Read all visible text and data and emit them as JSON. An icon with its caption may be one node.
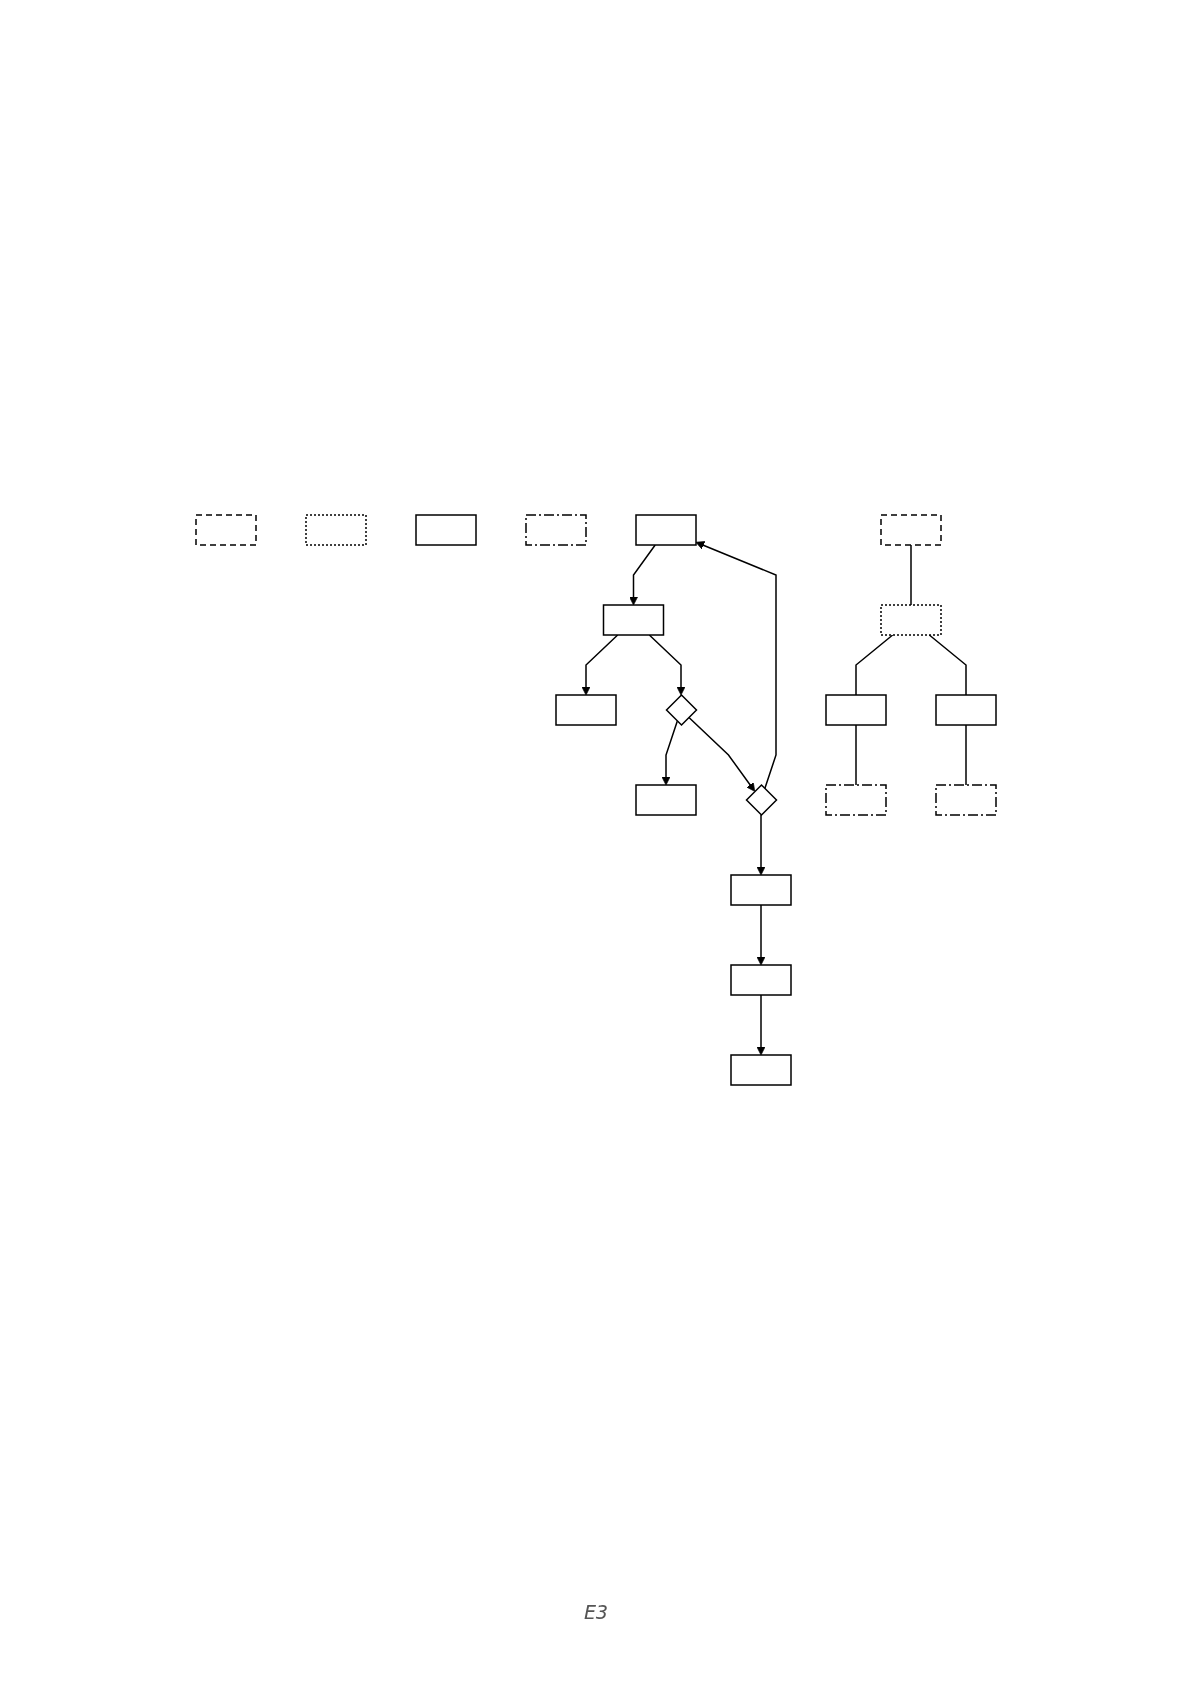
{
  "diagram": {
    "nodes": [
      {
        "text": [],
        "shape": "box"
      },
      {
        "text": [],
        "shape": "box"
      },
      {
        "text": [],
        "shape": "box"
      },
      {
        "text": [],
        "shape": "box"
      },
      {
        "text": [],
        "shape": "box"
      },
      {
        "text": [],
        "shape": "box"
      },
      {
        "text": [],
        "shape": "box"
      },
      {
        "text": [],
        "shape": "diamond"
      },
      {
        "text": [],
        "shape": "box"
      },
      {
        "text": [],
        "shape": "diamond"
      },
      {
        "text": [],
        "shape": "box"
      },
      {
        "text": [],
        "shape": "box"
      },
      {
        "text": [],
        "shape": "box"
      },
      {
        "text": [],
        "shape": "box"
      },
      {
        "text": [],
        "shape": "box"
      },
      {
        "text": [],
        "shape": "box"
      },
      {
        "text": [],
        "shape": "box"
      },
      {
        "text": [],
        "shape": "box"
      },
      {
        "text": [],
        "shape": "box"
      }
    ],
    "edges": [
      {
        "from": 4,
        "to": 5,
        "arrow": "to"
      },
      {
        "from": 5,
        "to": 6,
        "arrow": "to"
      },
      {
        "from": 5,
        "to": 7,
        "arrow": "to"
      },
      {
        "from": 7,
        "to": 8,
        "arrow": "to"
      },
      {
        "from": 7,
        "to": 9,
        "arrow": "to"
      },
      {
        "from": 9,
        "to": 10,
        "arrow": "to"
      },
      {
        "from": 10,
        "to": 11,
        "arrow": "to"
      },
      {
        "from": 11,
        "to": 12,
        "arrow": "to"
      },
      {
        "from": 9,
        "to": 4,
        "arrow": "to"
      },
      {
        "from": 13,
        "to": 14,
        "arrow": "none"
      },
      {
        "from": 14,
        "to": 15,
        "arrow": "none"
      },
      {
        "from": 15,
        "to": 16,
        "arrow": "none"
      },
      {
        "from": 14,
        "to": 17,
        "arrow": "none"
      },
      {
        "from": 17,
        "to": 18,
        "arrow": "none"
      }
    ],
    "labels": [
      "E3"
    ]
  }
}
